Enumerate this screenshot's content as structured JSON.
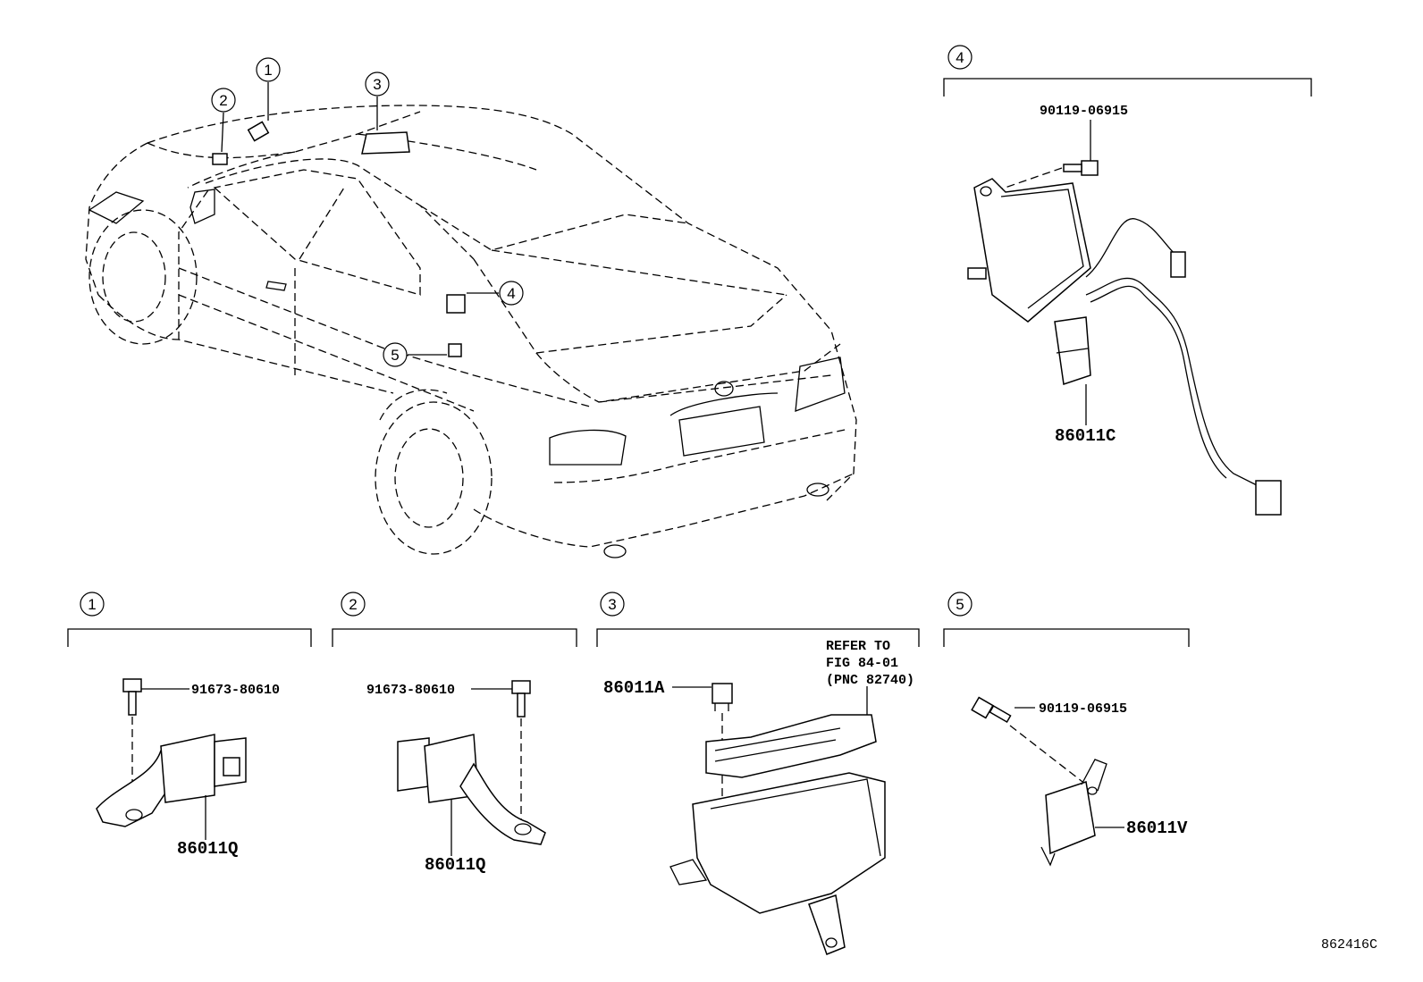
{
  "callouts": {
    "c1": "1",
    "c2": "2",
    "c3": "3",
    "c4": "4",
    "c5": "5"
  },
  "detail4": {
    "label": "4",
    "bolt": "90119-06915",
    "part": "86011C"
  },
  "detail1": {
    "label": "1",
    "bolt": "91673-80610",
    "part": "86011Q"
  },
  "detail2": {
    "label": "2",
    "bolt": "91673-80610",
    "part": "86011Q"
  },
  "detail3": {
    "label": "3",
    "part": "86011A",
    "refer": [
      "REFER TO",
      "FIG 84-01",
      "(PNC 82740)"
    ]
  },
  "detail5": {
    "label": "5",
    "bolt": "90119-06915",
    "part": "86011V"
  },
  "figure_id": "862416C"
}
